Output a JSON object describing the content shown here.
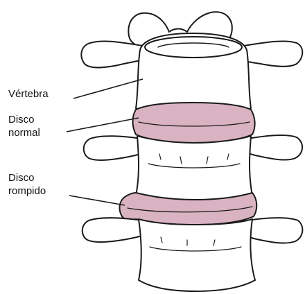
{
  "labels": {
    "vertebra": "Vértebra",
    "normal_line1": "Disco",
    "normal_line2": "normal",
    "rompido_line1": "Disco",
    "rompido_line2": "rompido"
  },
  "colors": {
    "disc": "#d9b3c1",
    "bone": "#ffffff",
    "ink": "#1a1a1a"
  }
}
